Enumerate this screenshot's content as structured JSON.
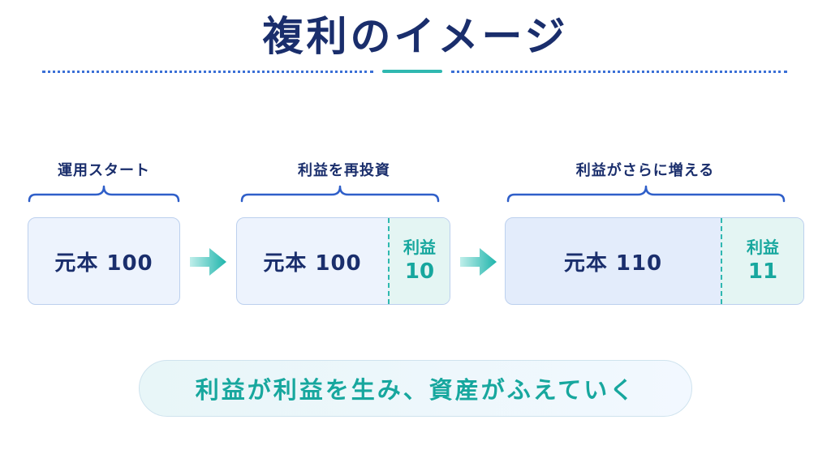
{
  "title": "複利のイメージ",
  "stages": [
    {
      "label": "運用スタート",
      "principal": "元本 100"
    },
    {
      "label": "利益を再投資",
      "principal": "元本 100",
      "profit_label": "利益",
      "profit_value": "10"
    },
    {
      "label": "利益がさらに増える",
      "principal": "元本 110",
      "profit_label": "利益",
      "profit_value": "11"
    }
  ],
  "conclusion": "利益が利益を生み、資産がふえていく",
  "colors": {
    "navy": "#1a2e6c",
    "teal": "#2fb8b0",
    "box_fill": "#edf3fd",
    "profit_fill": "#e4f5f3"
  },
  "icons": [
    "curly-brace-icon",
    "right-arrow-icon"
  ]
}
